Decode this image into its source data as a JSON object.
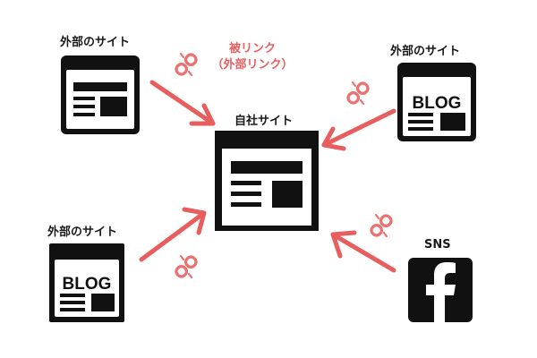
{
  "colors": {
    "accent": "#e85d5d",
    "icon": "#111111"
  },
  "labels": {
    "external_site_1": "外部のサイト",
    "external_site_2": "外部のサイト",
    "external_site_3": "外部のサイト",
    "own_site": "自社サイト",
    "sns": "SNS",
    "backlink_title": "被リンク",
    "backlink_subtitle": "（外部リンク）"
  },
  "blog_text": "BLOG",
  "facebook_glyph": "f",
  "icons": [
    "webpage-icon",
    "blog-icon",
    "facebook-icon",
    "link-chain-icon",
    "arrow-icon"
  ]
}
